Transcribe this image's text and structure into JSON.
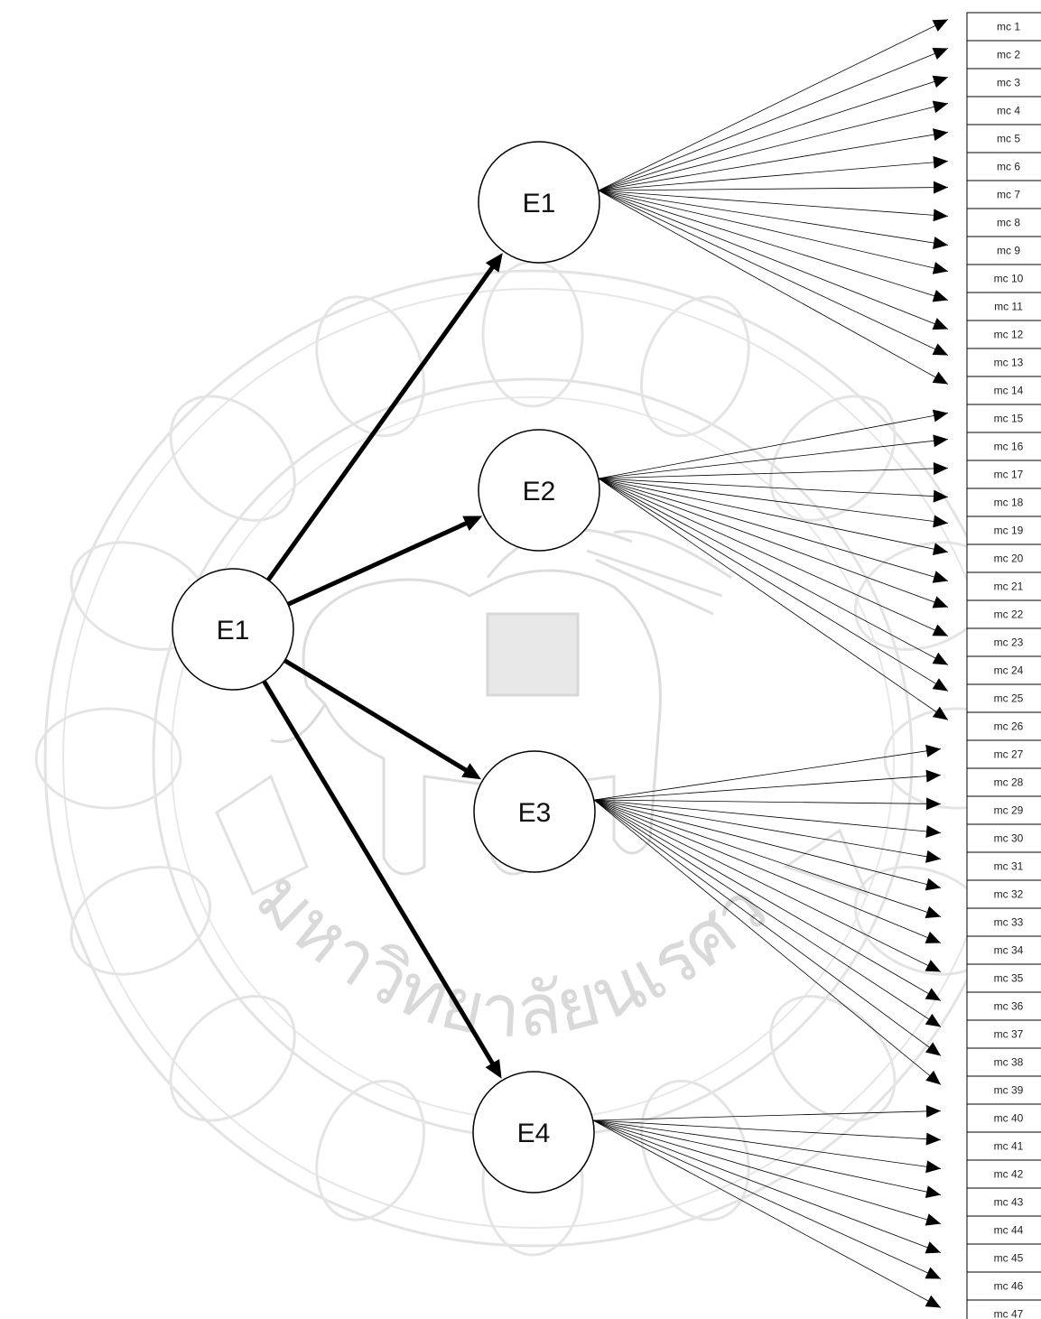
{
  "root": {
    "label": "E1"
  },
  "children": [
    {
      "label": "E1",
      "items": [
        "mc 1",
        "mc 2",
        "mc 3",
        "mc 4",
        "mc 5",
        "mc 6",
        "mc 7",
        "mc 8",
        "mc 9",
        "mc 10",
        "mc 11",
        "mc 12",
        "mc 13",
        "mc 14"
      ]
    },
    {
      "label": "E2",
      "items": [
        "mc 15",
        "mc 16",
        "mc 17",
        "mc 18",
        "mc 19",
        "mc 20",
        "mc 21",
        "mc 22",
        "mc 23",
        "mc 24",
        "mc 25",
        "mc 26"
      ]
    },
    {
      "label": "E3",
      "items": [
        "mc 27",
        "mc 28",
        "mc 29",
        "mc 30",
        "mc 31",
        "mc 32",
        "mc 33",
        "mc 34",
        "mc 35",
        "mc 36",
        "mc 37",
        "mc 38",
        "mc 39"
      ]
    },
    {
      "label": "E4",
      "items": [
        "mc 40",
        "mc 41",
        "mc 42",
        "mc 43",
        "mc 44",
        "mc 45",
        "mc 46",
        "mc 47"
      ]
    }
  ],
  "watermark": {
    "text": "มหาวิทยาลัยนเรศวร"
  },
  "colors": {
    "line": "#000000",
    "watermark": "#d9d9d9"
  }
}
